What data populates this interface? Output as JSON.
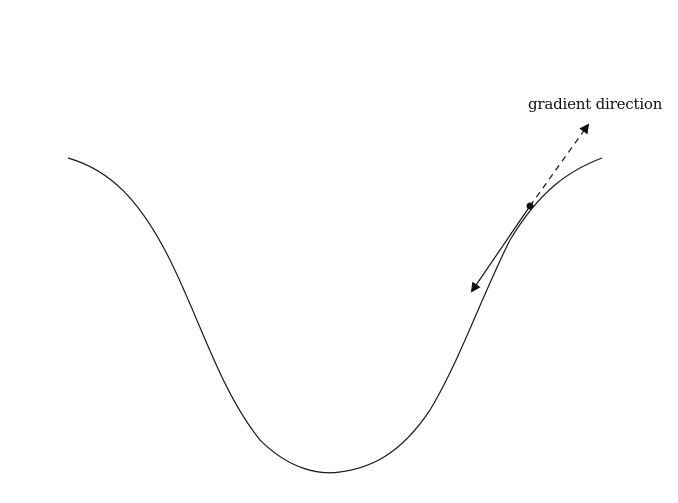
{
  "diagram": {
    "label": "gradient direction",
    "colors": {
      "curve": "#1a1a1a",
      "arrow": "#111111",
      "background": "#ffffff"
    },
    "elements": [
      "loss-curve",
      "current-point",
      "gradient-direction-arrow (dashed)",
      "descent-direction-arrow (solid)"
    ]
  }
}
